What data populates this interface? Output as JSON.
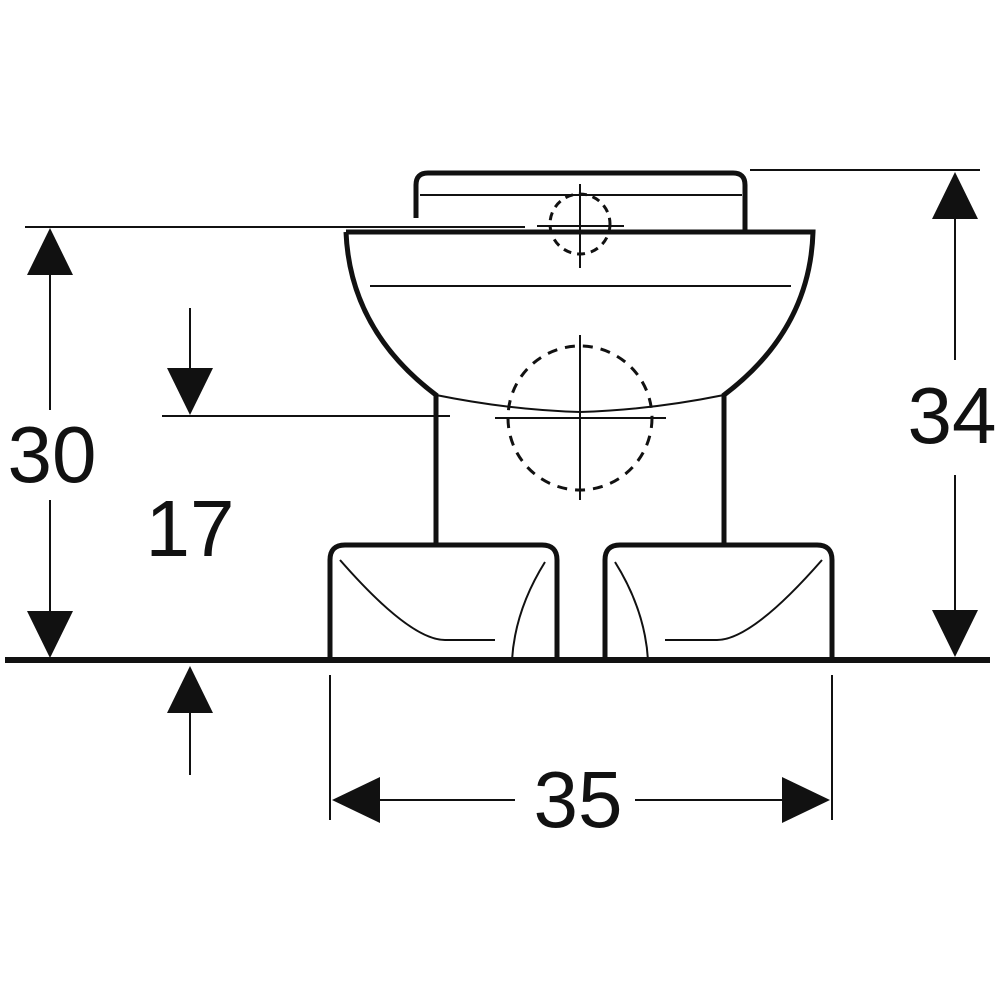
{
  "dimensions": {
    "overall_height": "34",
    "rim_height": "30",
    "outlet_height": "17",
    "base_width": "35"
  },
  "colors": {
    "line": "#111111",
    "background": "#ffffff"
  }
}
